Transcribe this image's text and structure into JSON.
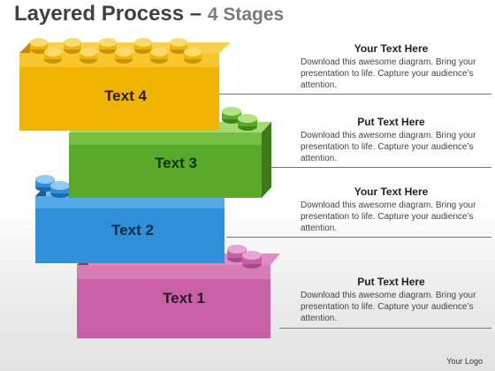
{
  "title": {
    "main": "Layered Process",
    "dash": " – ",
    "sub": "4 Stages"
  },
  "stages": [
    {
      "label": "Text 4",
      "color": "#f0b400",
      "heading": "Your Text Here",
      "body": "Download this awesome diagram. Bring your presentation to life. Capture your audience’s attention."
    },
    {
      "label": "Text 3",
      "color": "#5aaa2a",
      "heading": "Put Text Here",
      "body": "Download this awesome diagram. Bring your presentation to life. Capture your audience’s attention."
    },
    {
      "label": "Text 2",
      "color": "#2f8fd8",
      "heading": "Your Text Here",
      "body": "Download this awesome diagram. Bring your presentation to life. Capture your audience’s attention."
    },
    {
      "label": "Text 1",
      "color": "#c95fa6",
      "heading": "Put Text Here",
      "body": "Download this awesome diagram. Bring your presentation to life. Capture your audience’s attention."
    }
  ],
  "footer": {
    "logo": "Your Logo"
  }
}
